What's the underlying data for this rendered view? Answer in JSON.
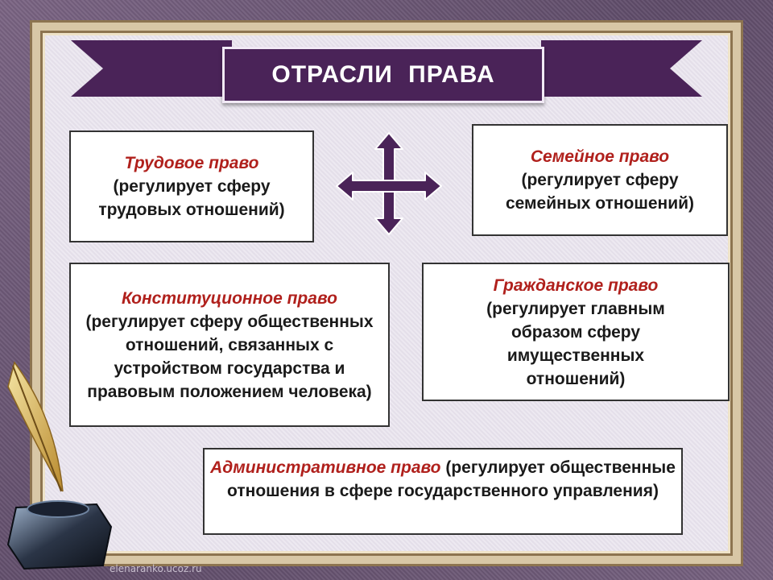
{
  "title": "ОТРАСЛИ ПРАВА",
  "cards": {
    "labor": {
      "head": "Трудовое право",
      "body": "(регулирует сферу трудовых отношений)"
    },
    "family": {
      "head": "Семейное право",
      "body": "(регулирует сферу семейных отношений)"
    },
    "constitutional": {
      "head": "Конституционное право",
      "body": "(регулирует сферу общественных отношений, связанных с устройством государства и правовым положением человека)"
    },
    "civil": {
      "head": "Гражданское право",
      "body": "(регулирует главным образом сферу имущественных отношений)"
    },
    "administrative": {
      "head": "Административное право",
      "body": " (регулирует общественные отношения в сфере государственного управления)"
    }
  },
  "watermark": "elenaranko.ucoz.ru",
  "colors": {
    "accent": "#4a2358",
    "heading": "#b0201c",
    "frame": "#d8c7a6"
  },
  "icons": [
    "four-way-arrow-icon",
    "quill-inkwell-icon"
  ]
}
